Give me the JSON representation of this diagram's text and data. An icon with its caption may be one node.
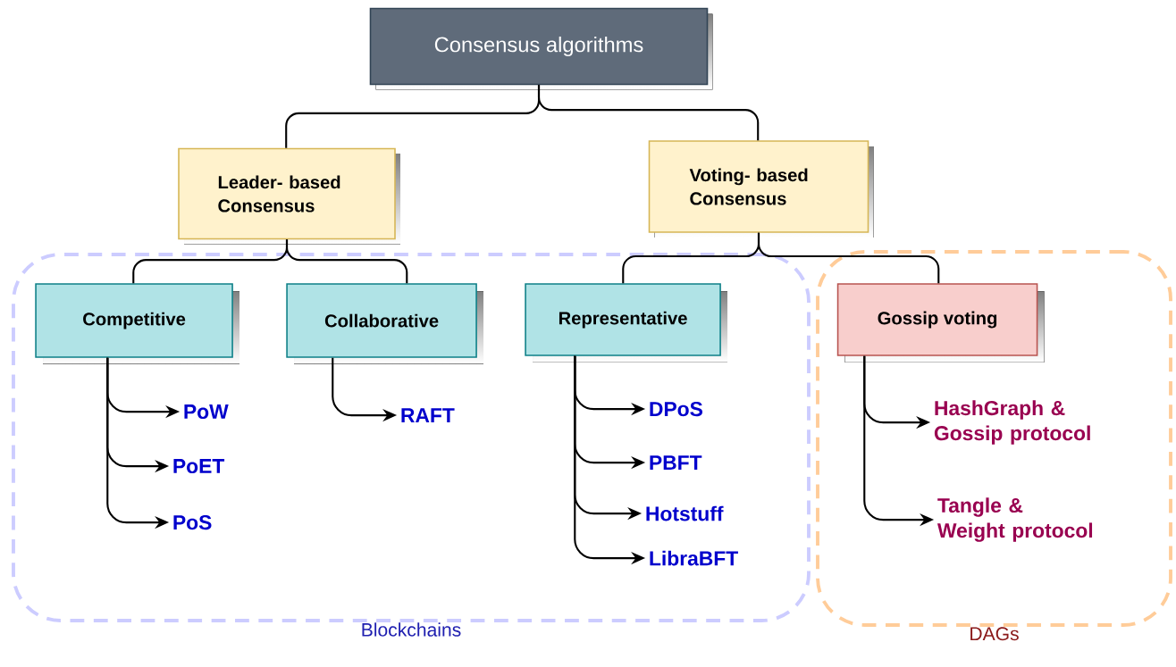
{
  "diagram": {
    "nodes": [
      {
        "text": [
          "Consensus algorithms"
        ]
      },
      {
        "text": [
          "Leader- based Consensus"
        ]
      },
      {
        "text": [
          "Voting- based Consensus"
        ]
      },
      {
        "text": [
          "Blockchains"
        ]
      },
      {
        "text": [
          "Competitive"
        ],
        "in": 3
      },
      {
        "text": [
          "Collaborative"
        ],
        "in": 3
      },
      {
        "text": [
          "Representative"
        ],
        "in": 3
      },
      {
        "text": [
          "DAGs"
        ]
      },
      {
        "text": [
          "Gossip voting"
        ],
        "in": 7
      },
      {
        "text": [
          "PoW"
        ],
        "in": 3
      },
      {
        "text": [
          "PoET"
        ],
        "in": 3
      },
      {
        "text": [
          "PoS"
        ],
        "in": 3
      },
      {
        "text": [
          "RAFT"
        ],
        "in": 3
      },
      {
        "text": [
          "DPoS"
        ],
        "in": 3
      },
      {
        "text": [
          "PBFT"
        ],
        "in": 3
      },
      {
        "text": [
          "Hotstuff"
        ],
        "in": 3
      },
      {
        "text": [
          "LibraBFT"
        ],
        "in": 3
      },
      {
        "text": [
          "HashGraph & Gossip protocol"
        ],
        "in": 7
      },
      {
        "text": [
          "Tangle & Weight protocol"
        ],
        "in": 7
      }
    ],
    "edges": [
      {
        "from": 0,
        "to": 1,
        "arrow": "none"
      },
      {
        "from": 0,
        "to": 2,
        "arrow": "none"
      },
      {
        "from": 1,
        "to": 4,
        "arrow": "none"
      },
      {
        "from": 1,
        "to": 5,
        "arrow": "none"
      },
      {
        "from": 2,
        "to": 6,
        "arrow": "none"
      },
      {
        "from": 2,
        "to": 8,
        "arrow": "none"
      },
      {
        "from": 4,
        "to": 9,
        "arrow": "to"
      },
      {
        "from": 4,
        "to": 10,
        "arrow": "to"
      },
      {
        "from": 4,
        "to": 11,
        "arrow": "to"
      },
      {
        "from": 5,
        "to": 12,
        "arrow": "to"
      },
      {
        "from": 6,
        "to": 13,
        "arrow": "to"
      },
      {
        "from": 6,
        "to": 14,
        "arrow": "to"
      },
      {
        "from": 6,
        "to": 15,
        "arrow": "to"
      },
      {
        "from": 6,
        "to": 16,
        "arrow": "to"
      },
      {
        "from": 8,
        "to": 17,
        "arrow": "to"
      },
      {
        "from": 8,
        "to": 18,
        "arrow": "to"
      }
    ]
  }
}
